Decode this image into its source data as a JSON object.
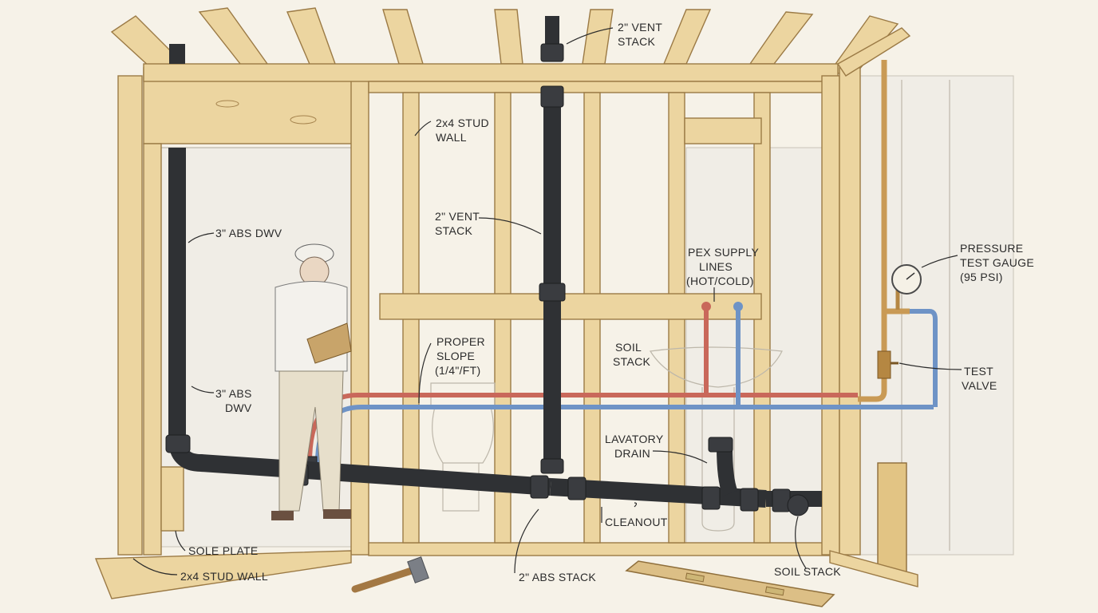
{
  "labels": {
    "vent_stack_top": [
      "2\" VENT",
      "STACK"
    ],
    "stud_wall_upper": [
      "2x4 STUD",
      "WALL"
    ],
    "abs_dwv_upper": "3\" ABS DWV",
    "vent_stack_mid": [
      "2\" VENT",
      "STACK"
    ],
    "pex_supply": [
      "PEX SUPPLY",
      "LINES",
      "(HOT/COLD)"
    ],
    "pressure_gauge": [
      "PRESSURE",
      "TEST GAUGE",
      "(95 PSI)"
    ],
    "proper_slope": [
      "PROPER",
      "SLOPE",
      "(1/4\"/FT)"
    ],
    "soil_stack_mid": [
      "SOIL",
      "STACK"
    ],
    "test_valve": [
      "TEST",
      "VALVE"
    ],
    "abs_dwv_lower": [
      "3\" ABS",
      "DWV"
    ],
    "lavatory_drain": [
      "LAVATORY",
      "DRAIN"
    ],
    "cleanout": "CLEANOUT",
    "sole_plate": "SOLE PLATE",
    "stud_wall_lower": "2x4 STUD WALL",
    "abs_stack": "2\" ABS STACK",
    "soil_stack_lower": "SOIL STACK"
  },
  "colors": {
    "wood": "#ecd5a0",
    "abs_pipe": "#2f3134",
    "pex_hot": "#c9685a",
    "pex_cold": "#6e93c6",
    "copper": "#c99a55"
  }
}
